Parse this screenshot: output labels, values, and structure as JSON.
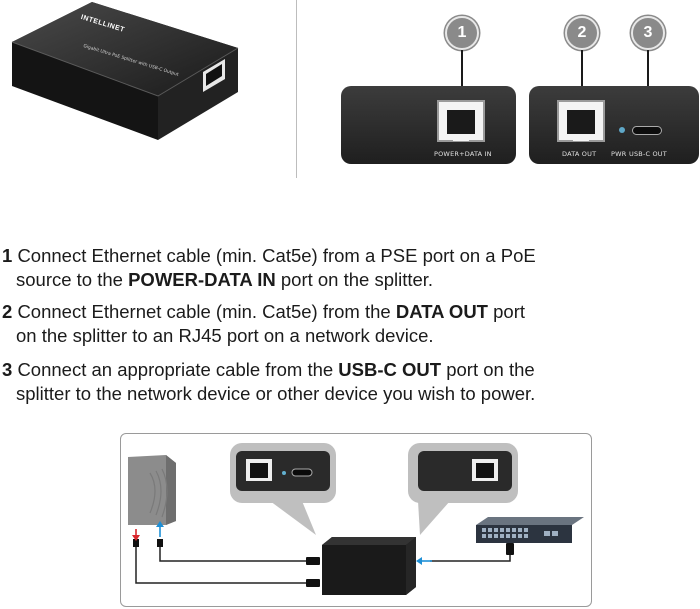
{
  "device": {
    "brand": "INTELLINET",
    "model_text": "Gigabit Ultra PoE Splitter with USB-C Output"
  },
  "callouts": [
    {
      "number": "1"
    },
    {
      "number": "2"
    },
    {
      "number": "3"
    }
  ],
  "ports": {
    "power_data_in": "POWER+DATA IN",
    "data_out": "DATA OUT",
    "pwr": "PWR",
    "usb_c_out": "USB-C OUT"
  },
  "steps": [
    {
      "number": "1",
      "l1": "Connect Ethernet cable (min. Cat5e) from a PSE port on a PoE",
      "l2a": "source to the ",
      "l2b": "POWER-DATA IN",
      "l2c": " port on the splitter."
    },
    {
      "number": "2",
      "l1a": "Connect Ethernet cable (min. Cat5e) from the ",
      "l1b": "DATA OUT",
      "l1c": " port",
      "l2": "on the splitter to an RJ45 port on a network device."
    },
    {
      "number": "3",
      "l1a": "Connect an appropriate cable from the ",
      "l1b": "USB-C OUT",
      "l1c": " port on the",
      "l2": "splitter to the network device or other device you wish to power."
    }
  ],
  "colors": {
    "device_body": "#1f1f1f",
    "callout_circle": "#8a8a8a",
    "arrow_red": "#d9262c",
    "arrow_blue": "#1e8fd6",
    "bubble": "#bfbfbf"
  }
}
